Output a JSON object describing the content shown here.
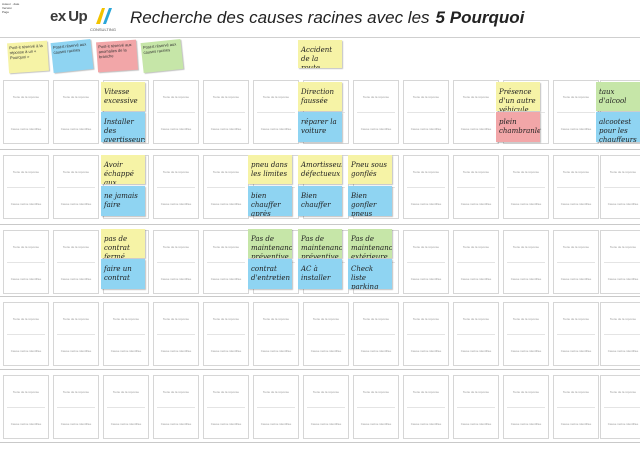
{
  "header": {
    "meta_lines": [
      "Auteur · date",
      "Version",
      "Page"
    ],
    "logo": {
      "text": "ex",
      "text2": "Up",
      "sub": "CONSULTING"
    },
    "title_prefix": "Recherche des causes racines avec les",
    "title_emphasis": "5 Pourquoi"
  },
  "colors": {
    "yellow": "#f6f3a6",
    "blue": "#8fd4f2",
    "pink": "#f2a6a8",
    "green": "#c6e6a8",
    "grid": "#d6d6d6"
  },
  "legend": [
    {
      "color": "yellow",
      "text": "Post-it réservé à la réponse à un « Pourquoi »"
    },
    {
      "color": "blue",
      "text": "Post-it réservé aux causes racines"
    },
    {
      "color": "pink",
      "text": "Post-it réservé aux anomalies de la branche"
    },
    {
      "color": "green",
      "text": "Post-it réservé aux causes racines"
    }
  ],
  "cell_placeholder": {
    "top": "Texte de la réponse",
    "bottom": "Cause racine identifiée"
  },
  "problem": {
    "text": "Accident de la route"
  },
  "columns": [
    {
      "row1": {
        "top": {
          "color": "yellow",
          "text": "Vitesse excessive"
        },
        "bottom": {
          "color": "blue",
          "text": "Installer des avertisseurs sonores"
        }
      },
      "row2": {
        "top": {
          "color": "yellow",
          "text": "Avoir échappé aux bouchons"
        },
        "bottom": {
          "color": "blue",
          "text": "ne jamais faire"
        }
      },
      "row3": {
        "top": {
          "color": "yellow",
          "text": "pas de contrat fermé"
        },
        "bottom": {
          "color": "blue",
          "text": "faire un contrat"
        }
      }
    },
    {
      "row2": {
        "top": {
          "color": "yellow",
          "text": "pneu dans les limites"
        },
        "bottom": {
          "color": "blue",
          "text": "bien chauffer après utilisation"
        }
      },
      "row3": {
        "top": {
          "color": "green",
          "text": "Pas de maintenance préventive"
        },
        "bottom": {
          "color": "blue",
          "text": "contrat d'entretien"
        }
      }
    },
    {
      "row1": {
        "top": {
          "color": "yellow",
          "text": "Direction faussée"
        },
        "bottom": {
          "color": "blue",
          "text": "réparer la voiture"
        }
      },
      "row2": {
        "top": {
          "color": "yellow",
          "text": "Amortisseur défectueux"
        },
        "bottom": {
          "color": "blue",
          "text": "Bien chauffer"
        }
      },
      "row3": {
        "top": {
          "color": "green",
          "text": "Pas de maintenance préventive"
        },
        "bottom": {
          "color": "blue",
          "text": "AC à installer"
        }
      }
    },
    {
      "row2": {
        "top": {
          "color": "yellow",
          "text": "Pneu sous gonflés"
        },
        "bottom": {
          "color": "blue",
          "text": "Bien gonfler pneus"
        }
      },
      "row3": {
        "top": {
          "color": "green",
          "text": "Pas de maintenance extérieure"
        },
        "bottom": {
          "color": "blue",
          "text": "Check liste parking"
        }
      }
    },
    {
      "row1": {
        "top": {
          "color": "yellow",
          "text": "Présence d'un autre véhicule"
        },
        "bottom": {
          "color": "pink",
          "text": "plein chambranle"
        }
      }
    },
    {
      "row1": {
        "top": {
          "color": "green",
          "text": "taux d'alcool"
        },
        "bottom": {
          "color": "blue",
          "text": "alcootest pour les chauffeurs"
        }
      }
    }
  ]
}
